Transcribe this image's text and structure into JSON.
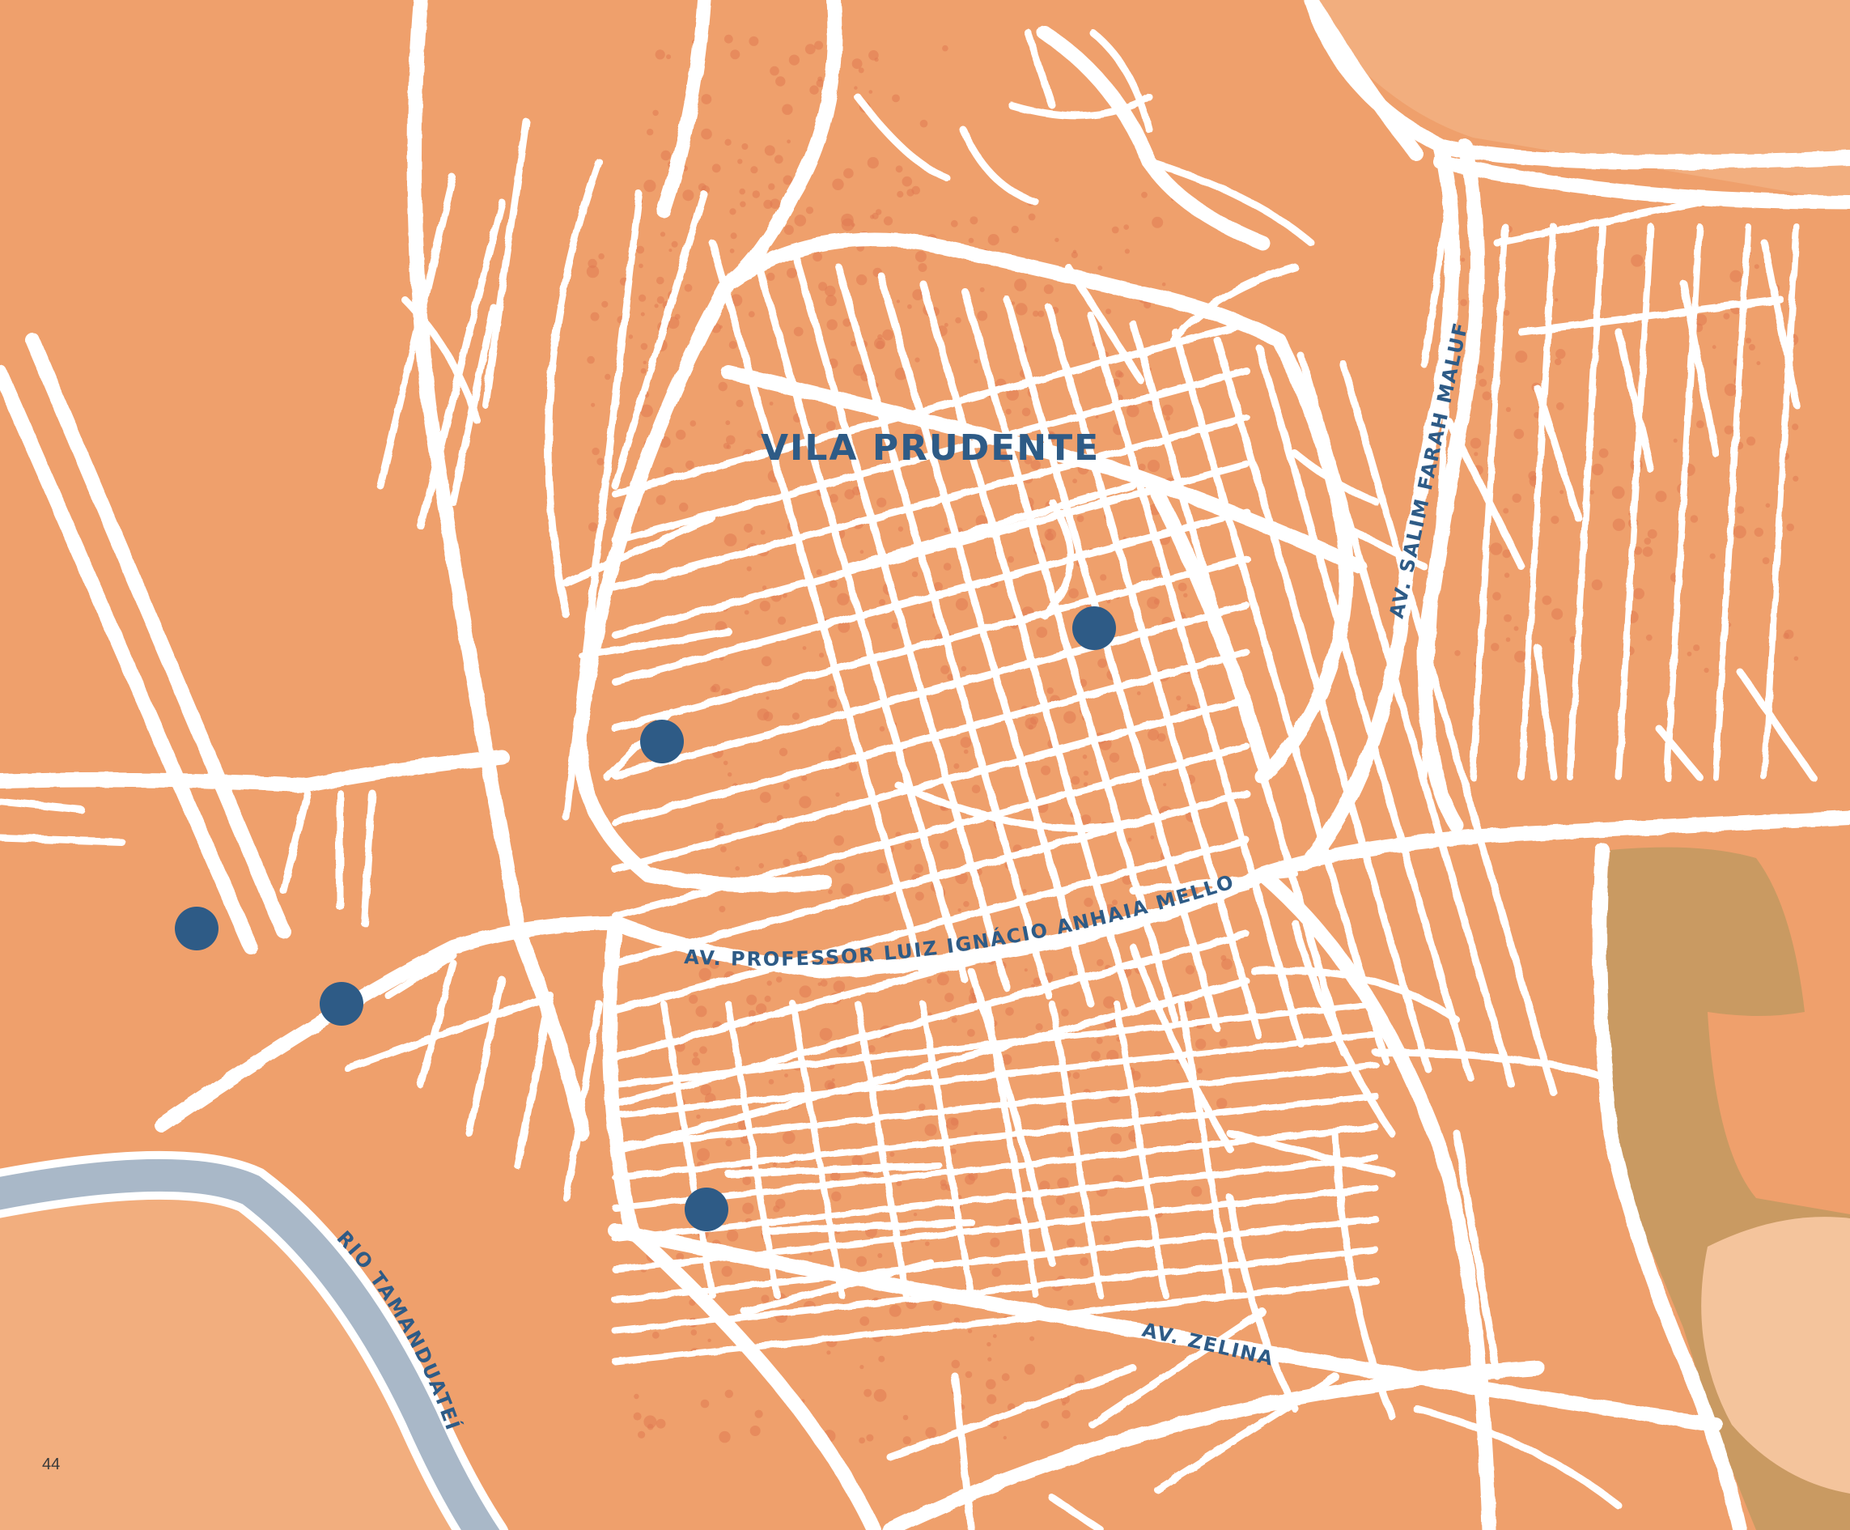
{
  "map": {
    "district_label": "VILA PRUDENTE",
    "labels": {
      "anhaia_mello": "AV. PROFESSOR LUIZ IGNÁCIO ANHAIA MELLO",
      "salim_farah_maluf": "AV. SALIM FARAH MALUF",
      "zelina": "AV. ZELINA",
      "river": "RIO TAMANDUATEÍ"
    },
    "markers": [
      {
        "name": "marker-vila-prudente-east"
      },
      {
        "name": "marker-vila-prudente-west"
      },
      {
        "name": "marker-railway-north"
      },
      {
        "name": "marker-railway-south"
      },
      {
        "name": "marker-zelina"
      }
    ]
  },
  "page": {
    "number": "44"
  },
  "colors": {
    "land": "#EFA06C",
    "land_light": "#F2AE7E",
    "block_spots": "#E07A52",
    "roads": "#FFFFFF",
    "river": "#A9B8C8",
    "park": "#C99A62",
    "lake": "#F4C49C",
    "markers": "#2E5B86",
    "label_text": "#2E5B86"
  }
}
